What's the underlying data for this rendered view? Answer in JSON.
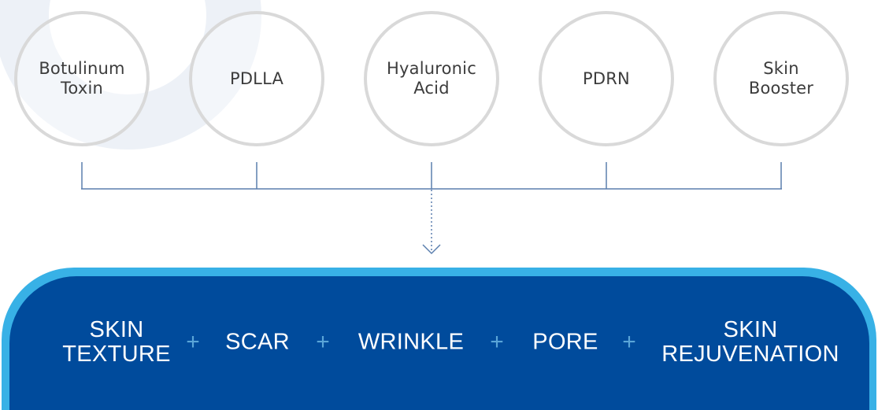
{
  "ingredients": [
    {
      "label": "Botulinum\nToxin"
    },
    {
      "label": "PDLLA"
    },
    {
      "label": "Hyaluronic\nAcid"
    },
    {
      "label": "PDRN"
    },
    {
      "label": "Skin\nBooster"
    }
  ],
  "outcomes": [
    {
      "label": "SKIN\nTEXTURE"
    },
    {
      "label": "SCAR"
    },
    {
      "label": "WRINKLE"
    },
    {
      "label": "PORE"
    },
    {
      "label": "SKIN\nREJUVENATION"
    }
  ],
  "separator": "+",
  "colors": {
    "circle_border": "#d9d9d9",
    "connector_line": "#5b7fae",
    "pill_outer": "#38b1e6",
    "pill_inner": "#004b9c",
    "plus": "#5aa5d8"
  }
}
